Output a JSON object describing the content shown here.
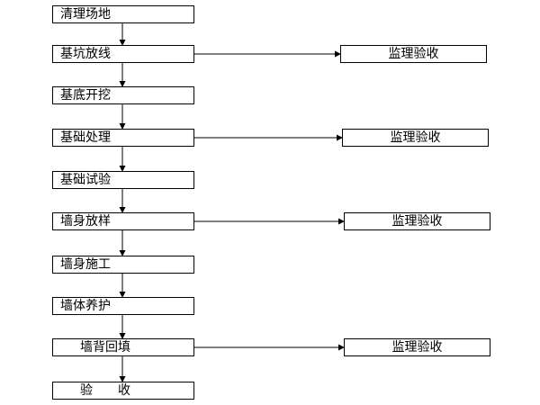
{
  "flow": {
    "steps": [
      {
        "id": "clear",
        "label": "清理场地"
      },
      {
        "id": "trench",
        "label": "基坑放线"
      },
      {
        "id": "excavate",
        "label": "基底开挖"
      },
      {
        "id": "treat",
        "label": "基础处理"
      },
      {
        "id": "test",
        "label": "基础试验"
      },
      {
        "id": "setout",
        "label": "墙身放样"
      },
      {
        "id": "build",
        "label": "墙身施工"
      },
      {
        "id": "cure",
        "label": "墙体养护"
      },
      {
        "id": "backfill",
        "label": "墙背回填"
      },
      {
        "id": "accept",
        "label": "验　　收"
      }
    ],
    "checks": [
      {
        "id": "check-1",
        "label": "监理验收",
        "from": "trench"
      },
      {
        "id": "check-2",
        "label": "监理验收",
        "from": "treat"
      },
      {
        "id": "check-3",
        "label": "监理验收",
        "from": "setout"
      },
      {
        "id": "check-4",
        "label": "监理验收",
        "from": "backfill"
      }
    ]
  }
}
